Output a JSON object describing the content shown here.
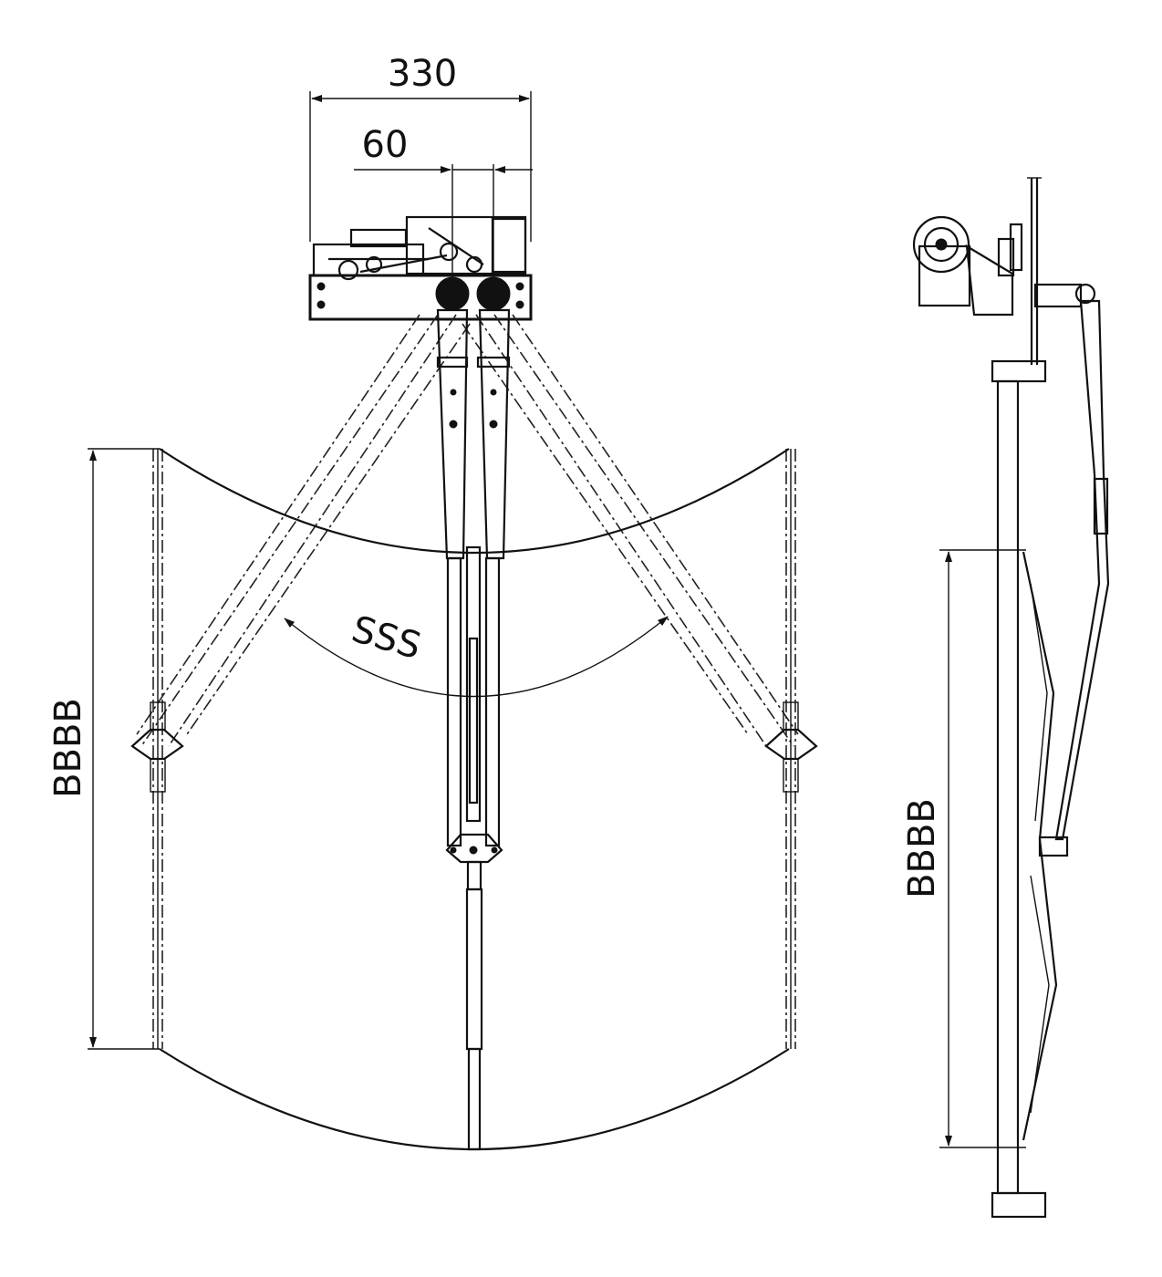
{
  "dimensions": {
    "total_width": "330",
    "inner_width": "60",
    "sweep_angle": "SSS",
    "blade_length_front": "BBBB",
    "blade_length_side": "BBBB"
  }
}
